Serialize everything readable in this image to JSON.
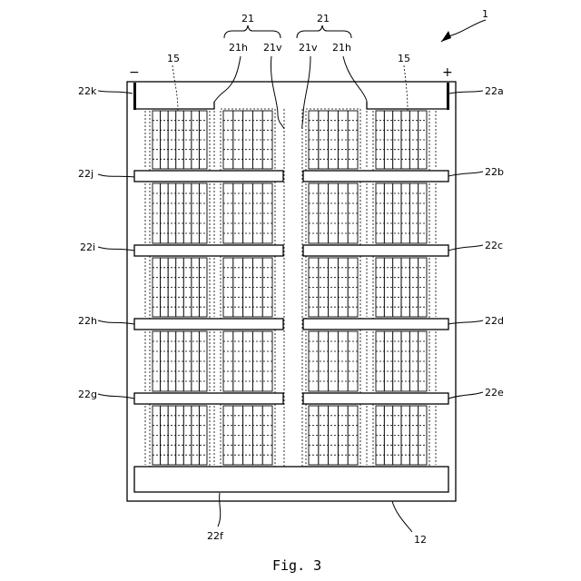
{
  "figure": {
    "ref_main": "1",
    "minus": "−",
    "plus": "+",
    "top_labels": {
      "group_left": "21",
      "group_right": "21",
      "sub_left_h": "21h",
      "sub_left_v": "21v",
      "sub_right_v": "21v",
      "sub_right_h": "21h",
      "cell_left": "15",
      "cell_right": "15"
    },
    "left_bus_labels": [
      "22k",
      "22j",
      "22i",
      "22h",
      "22g"
    ],
    "right_bus_labels": [
      "22a",
      "22b",
      "22c",
      "22d",
      "22e"
    ],
    "bottom_bus_label": "22f",
    "substrate_label": "12",
    "caption": "Fig. 3"
  }
}
